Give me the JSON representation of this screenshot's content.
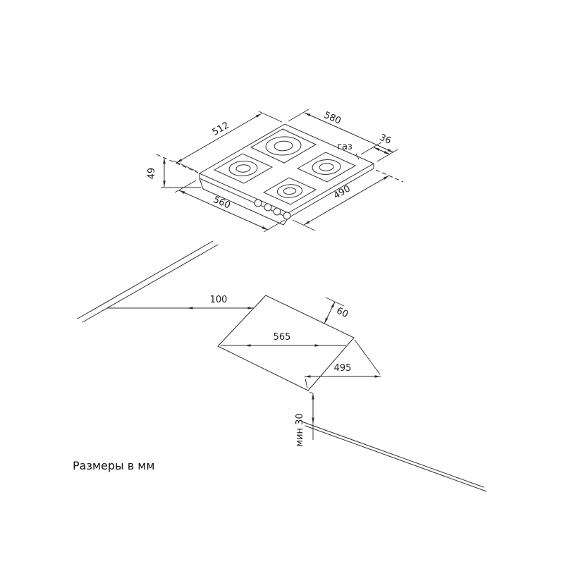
{
  "drawing": {
    "note": "Размеры в мм",
    "colors": {
      "line": "#2e2e2e",
      "text": "#1a1a1a",
      "background": "#ffffff"
    },
    "hob": {
      "dim_depth": "512",
      "dim_width": "580",
      "gas_label": "газ",
      "dim_gas_offset": "36",
      "dim_height": "49",
      "dim_bottom_left": "560",
      "dim_bottom_right": "490"
    },
    "cutout": {
      "dim_back_offset": "100",
      "dim_width": "565",
      "dim_side_offset": "60",
      "dim_depth": "495",
      "dim_front_min": "мин 30"
    }
  }
}
